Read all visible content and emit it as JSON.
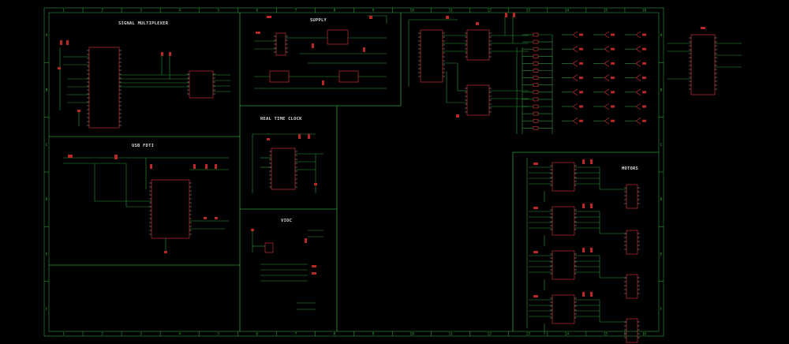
{
  "sections": {
    "signal_mux": "SIGNAL MULTIPLEXER",
    "supply": "SUPPLY",
    "rtc": "REAL TIME CLOCK",
    "usb": "USB FDTI",
    "vioc": "VIOC",
    "motors": "MOTORS"
  },
  "frame": {
    "cols": [
      "1",
      "2",
      "3",
      "4",
      "5",
      "6",
      "7",
      "8",
      "9",
      "10",
      "11",
      "12",
      "13",
      "14",
      "15",
      "16"
    ],
    "rows": [
      "A",
      "B",
      "C",
      "D",
      "E",
      "F"
    ]
  },
  "colors": {
    "wire": "#2c9a3c",
    "part": "#c03030",
    "text": "#c8c8c8",
    "background": "#000000"
  }
}
